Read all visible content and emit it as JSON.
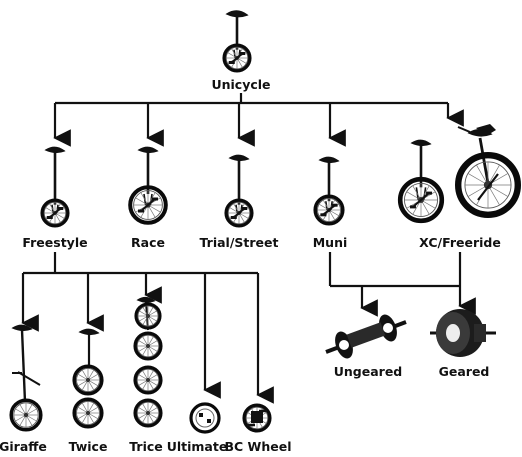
{
  "nodes": {
    "root": "Unicycle",
    "freestyle": "Freestyle",
    "race": "Race",
    "trial": "Trial/Street",
    "muni": "Muni",
    "xc": "XC/Freeride",
    "giraffe": "Giraffe",
    "twice": "Twice",
    "trice": "Trice",
    "ultimate": "Ultimate",
    "bcwheel": "BC Wheel",
    "ungeared": "Ungeared",
    "geared": "Geared"
  },
  "colors": {
    "ink": "#111111",
    "tire": "#0a0a0a",
    "spoke": "#777777",
    "hub": "#333333",
    "paper": "#ffffff"
  },
  "icons": {
    "unicycle": "unicycle-icon",
    "hub": "hub-icon",
    "arrow": "arrow-down-icon"
  }
}
